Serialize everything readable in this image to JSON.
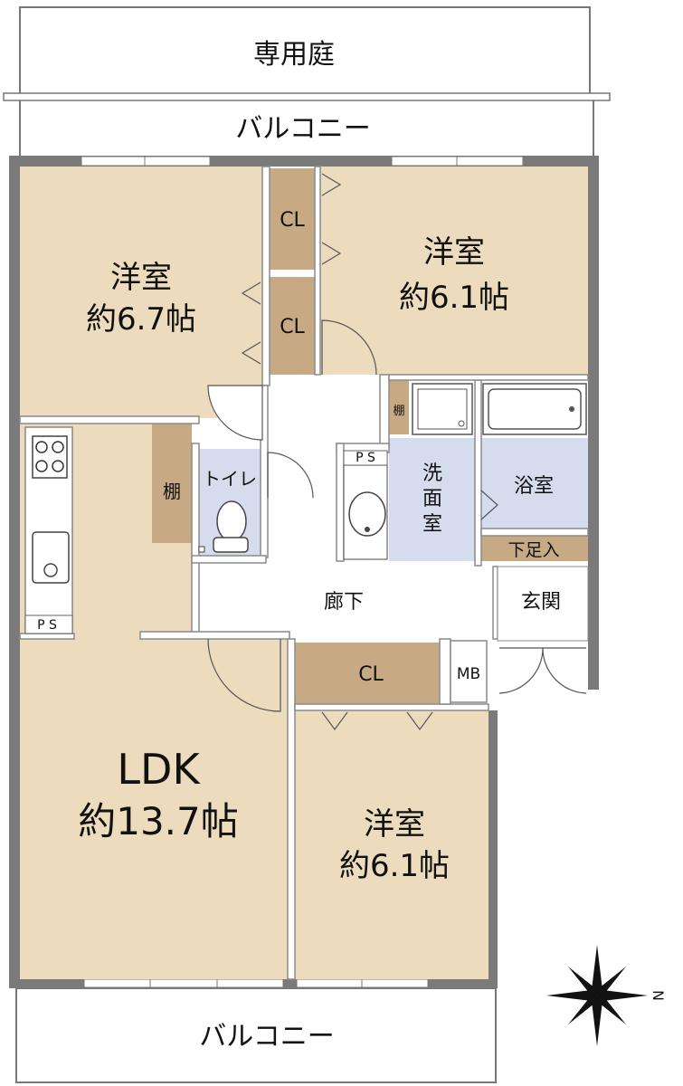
{
  "top_garden": {
    "label": "専用庭"
  },
  "top_balcony": {
    "label": "バルコニー"
  },
  "bottom_balcony": {
    "label": "バルコニー"
  },
  "rooms": {
    "west_room": {
      "name": "洋室",
      "area": "約6.7帖"
    },
    "east_room": {
      "name": "洋室",
      "area": "約6.1帖"
    },
    "south_room": {
      "name": "洋室",
      "area": "約6.1帖"
    },
    "ldk": {
      "name": "LDK",
      "area": "約13.7帖"
    },
    "toilet": {
      "name": "トイレ"
    },
    "washroom": {
      "line1": "洗",
      "line2": "面",
      "line3": "室"
    },
    "bathroom": {
      "name": "浴室"
    },
    "hallway": {
      "name": "廊下"
    },
    "entrance": {
      "name": "玄関"
    },
    "shoe_storage": {
      "name": "下足入"
    }
  },
  "closets": {
    "cl_upper": "CL",
    "cl_lower": "CL",
    "cl_south": "CL"
  },
  "shelves": {
    "tana_main": "棚",
    "tana_small": "棚"
  },
  "utility": {
    "ps_kitchen": "P S",
    "ps_wash": "P S",
    "mb": "MB"
  },
  "compass": {
    "letter": "N"
  },
  "colors": {
    "room_fill": "#ecdcbd",
    "closet_fill": "#c7aa84",
    "wet_fill": "#d4dcee",
    "wall": "#7a7a7a"
  }
}
